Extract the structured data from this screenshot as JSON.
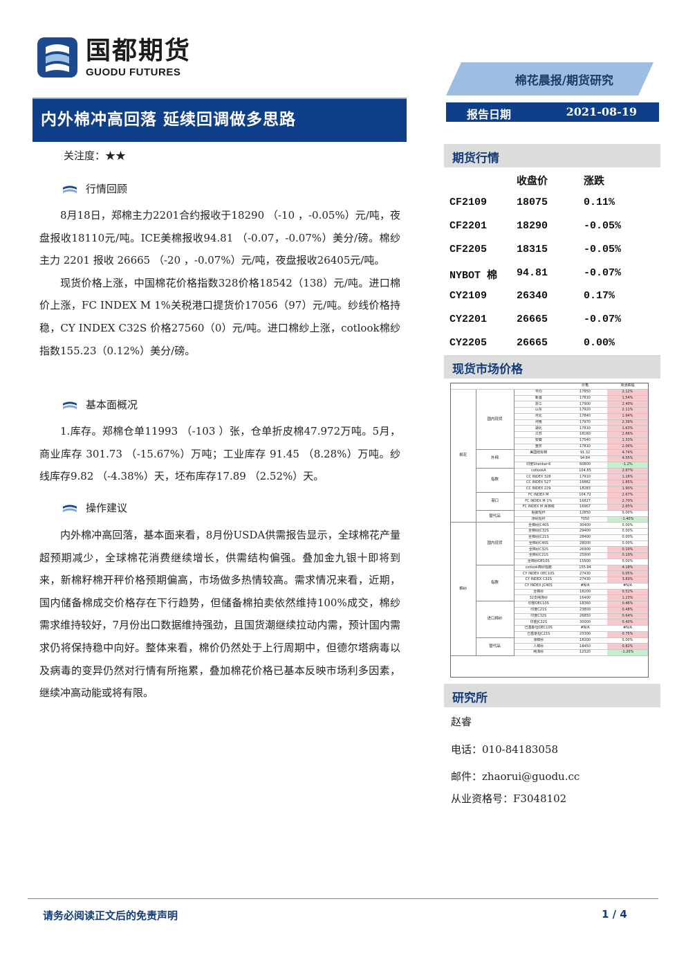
{
  "header": {
    "logo_cn": "国都期货",
    "logo_en": "GUODU FUTURES",
    "report_type": "棉花晨报/期货研究",
    "title": "内外棉冲高回落 延续回调做多思路",
    "date_label": "报告日期",
    "date_value": "2021-08-19"
  },
  "attention": "关注度：★★",
  "sections": [
    {
      "heading": "行情回顾",
      "paragraphs": [
        "8月18日，郑棉主力2201合约报收于18290 （-10 ，-0.05%）元/吨，夜盘报收18110元/吨。ICE美棉报收94.81 （-0.07，-0.07%）美分/磅。棉纱主力 2201 报收 26665 （-20 ，-0.07%）元/吨，夜盘报收26405元/吨。",
        "现货价格上涨，中国棉花价格指数328价格18542（138）元/吨。进口棉价上涨，FC INDEX M 1%关税港口提货价17056（97）元/吨。纱线价格持稳，CY INDEX C32S 价格27560（0）元/吨。进口棉纱上涨，cotlook棉纱指数155.23（0.12%）美分/磅。"
      ]
    },
    {
      "heading": "基本面概况",
      "paragraphs": [
        "1.库存。郑棉仓单11993 （-103 ）张，仓单折皮棉47.972万吨。5月，商业库存 301.73 （-15.67%）万吨；工业库存 91.45 （8.28%）万吨。纱线库存9.82 （-4.38%）天，坯布库存17.89 （2.52%）天。"
      ]
    },
    {
      "heading": "操作建议",
      "paragraphs": [
        "内外棉冲高回落，基本面来看，8月份USDA供需报告显示，全球棉花产量超预期减少，全球棉花消费继续增长，供需结构偏强。叠加金九银十即将到来，新棉籽棉开秤价格预期偏高，市场做多热情较高。需求情况来看，近期，国内储备棉成交价格存在下行趋势，但储备棉拍卖依然维持100%成交，棉纱需求维持较好，7月份出口数据维持强劲，且国货潮继续拉动内需，预计国内需求仍将保持稳中向好。整体来看，棉价仍然处于上行周期中，但德尔塔病毒以及病毒的变异仍然对行情有所拖累，叠加棉花价格已基本反映市场利多因素，继续冲高动能或将有限。"
      ]
    }
  ],
  "futures": {
    "heading": "期货行情",
    "col_close": "收盘价",
    "col_change": "涨跌",
    "rows": [
      {
        "name": "CF2109",
        "close": "18075",
        "change": "0.11%"
      },
      {
        "name": "CF2201",
        "close": "18290",
        "change": "-0.05%"
      },
      {
        "name": "CF2205",
        "close": "18315",
        "change": "-0.05%"
      },
      {
        "name": "NYBOT 棉",
        "close": "94.81",
        "change": "-0.07%"
      },
      {
        "name": "CY2109",
        "close": "26340",
        "change": "0.17%"
      },
      {
        "name": "CY2201",
        "close": "26665",
        "change": "-0.07%"
      },
      {
        "name": "CY2205",
        "close": "26665",
        "change": "0.00%"
      }
    ]
  },
  "spot": {
    "heading": "现货市场价格",
    "col_price": "价格",
    "col_change": "周涨跌幅",
    "group1": "棉花",
    "group2": "棉纱",
    "rows": [
      {
        "sub": "国内现货",
        "span": 10,
        "name": "平均",
        "price": "17850",
        "chg": "2.12%",
        "dir": "up"
      },
      {
        "name": "新疆",
        "price": "17810",
        "chg": "1.54%",
        "dir": "up"
      },
      {
        "name": "浙江",
        "price": "17900",
        "chg": "2.40%",
        "dir": "up"
      },
      {
        "name": "山东",
        "price": "17920",
        "chg": "2.11%",
        "dir": "up"
      },
      {
        "name": "河北",
        "price": "17840",
        "chg": "1.94%",
        "dir": "up"
      },
      {
        "name": "河南",
        "price": "17970",
        "chg": "2.39%",
        "dir": "up"
      },
      {
        "name": "湖北",
        "price": "17810",
        "chg": "1.63%",
        "dir": "up"
      },
      {
        "name": "江苏",
        "price": "18160",
        "chg": "2.66%",
        "dir": "up"
      },
      {
        "name": "安徽",
        "price": "17540",
        "chg": "1.33%",
        "dir": "up"
      },
      {
        "name": "重庆",
        "price": "17810",
        "chg": "2.06%",
        "dir": "up"
      },
      {
        "sub": "外棉",
        "span": 3,
        "name": "美国结标棉",
        "price": "91.32",
        "chg": "4.74%",
        "dir": "up"
      },
      {
        "name": "",
        "price": "94.84",
        "chg": "4.55%",
        "dir": "up"
      },
      {
        "name": "印度Shankar-6",
        "price": "60800",
        "chg": "-1.2%",
        "dir": "dn"
      },
      {
        "sub": "指数",
        "span": 4,
        "name": "cotlookA",
        "price": "104.85",
        "chg": "2.87%",
        "dir": "up"
      },
      {
        "name": "CC INDEX 328",
        "price": "17910",
        "chg": "1.16%",
        "dir": "up"
      },
      {
        "name": "CC INDEX 527",
        "price": "16882",
        "chg": "1.85%",
        "dir": "up"
      },
      {
        "name": "CC INDEX 229",
        "price": "18283",
        "chg": "1.90%",
        "dir": "up"
      },
      {
        "sub": "港口",
        "span": 3,
        "name": "FC INDEX M",
        "price": "104.72",
        "chg": "2.67%",
        "dir": "up"
      },
      {
        "name": "FC INDEX M 1%",
        "price": "16827",
        "chg": "2.70%",
        "dir": "up"
      },
      {
        "name": "FC INDEX M 滑准税",
        "price": "16967",
        "chg": "2.65%",
        "dir": "up"
      },
      {
        "sub": "替代品",
        "span": 2,
        "name": "粘胶短纤",
        "price": "12850",
        "chg": "0.00%",
        "dir": ""
      },
      {
        "name": "涤纶短纤",
        "price": "7050",
        "chg": "-1.40%",
        "dir": "dn"
      },
      {
        "sub": "国内现货",
        "span": 7,
        "name": "全棉纱JC40S",
        "price": "30400",
        "chg": "0.00%",
        "dir": ""
      },
      {
        "name": "全棉纱JC32S",
        "price": "29400",
        "chg": "0.00%",
        "dir": ""
      },
      {
        "name": "全棉纱JC21S",
        "price": "28400",
        "chg": "0.00%",
        "dir": ""
      },
      {
        "name": "全棉纱C40S",
        "price": "28000",
        "chg": "0.00%",
        "dir": ""
      },
      {
        "name": "全棉纱C32S",
        "price": "26900",
        "chg": "0.19%",
        "dir": "up"
      },
      {
        "name": "全棉纱C21S",
        "price": "25900",
        "chg": "0.19%",
        "dir": "up"
      },
      {
        "name": "全棉纱OE10S",
        "price": "15500",
        "chg": "0.00%",
        "dir": ""
      },
      {
        "sub": "指数",
        "span": 6,
        "name": "cotlook棉纱指数",
        "price": "155.94",
        "chg": "4.18%",
        "dir": "up"
      },
      {
        "name": "CY INDEX OEC10S",
        "price": "27430",
        "chg": "0.05%",
        "dir": "up"
      },
      {
        "name": "CY INDEX C32S",
        "price": "27430",
        "chg": "3.83%",
        "dir": "up"
      },
      {
        "name": "CY INDEX JC40S",
        "price": "#N/A",
        "chg": "#N/A",
        "dir": ""
      },
      {
        "name": "全棉纱",
        "price": "18200",
        "chg": "0.52%",
        "dir": "up"
      },
      {
        "name": "32支纯涤纱",
        "price": "16400",
        "chg": "1.23%",
        "dir": "up"
      },
      {
        "sub": "进口棉纱",
        "span": 6,
        "name": "印度OEC10S",
        "price": "18360",
        "chg": "0.46%",
        "dir": "up"
      },
      {
        "name": "印度C21S",
        "price": "23800",
        "chg": "0.48%",
        "dir": "up"
      },
      {
        "name": "印度C32S",
        "price": "26850",
        "chg": "0.64%",
        "dir": "up"
      },
      {
        "name": "印度JC32S",
        "price": "30000",
        "chg": "0.40%",
        "dir": "up"
      },
      {
        "name": "巴基斯坦OEC10S",
        "price": "#N/A",
        "chg": "#N/A",
        "dir": ""
      },
      {
        "name": "巴基斯坦C21S",
        "price": "23300",
        "chg": "0.75%",
        "dir": "up"
      },
      {
        "sub": "替代品",
        "span": 3,
        "name": "涤棉纱",
        "price": "18200",
        "chg": "0.00%",
        "dir": ""
      },
      {
        "name": "人棉纱",
        "price": "18450",
        "chg": "0.82%",
        "dir": "up"
      },
      {
        "name": "纯涤纱",
        "price": "12320",
        "chg": "-1.20%",
        "dir": "dn"
      }
    ]
  },
  "contact": {
    "heading": "研究所",
    "name": "赵睿",
    "phone": "电话：010-84183058",
    "email": "邮件：zhaorui@guodu.cc",
    "license": "从业资格号：F3048102"
  },
  "footer": {
    "disclaimer": "请务必阅读正文后的免责声明",
    "page": "1 / 4"
  },
  "colors": {
    "brand_blue": "#0f3f88",
    "banner_blue": "#7fa5d6",
    "up_red": "#f7c9cc",
    "down_green": "#c6efce"
  }
}
